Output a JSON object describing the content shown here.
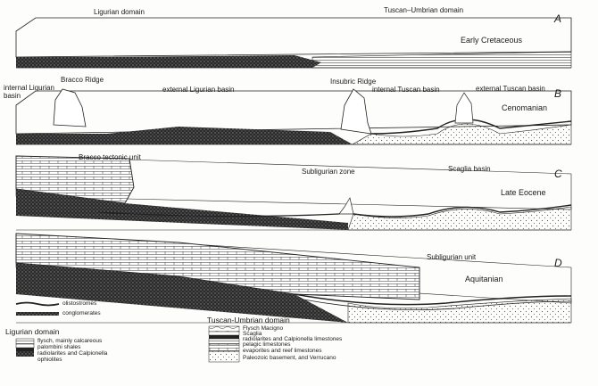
{
  "panels": {
    "A": {
      "letter": "A",
      "stage": "Early Cretaceous",
      "domains": [
        "Ligurian domain",
        "Tuscan–Umbrian domain"
      ]
    },
    "B": {
      "letter": "B",
      "stage": "Cenomanian",
      "labels": [
        "Bracco Ridge",
        "internal Ligurian",
        "basin",
        "external Ligurian basin",
        "Insubric Ridge",
        "internal Tuscan basin",
        "external Tuscan basin"
      ]
    },
    "C": {
      "letter": "C",
      "stage": "Late Eocene",
      "labels": [
        "Bracco  tectonic unit",
        "Subligurian  zone",
        "Scaglia basin"
      ]
    },
    "D": {
      "letter": "D",
      "stage": "Aquitanian",
      "labels": [
        "Subligurian  unit"
      ]
    }
  },
  "legend": {
    "misc": [
      {
        "label": "olistostromes"
      },
      {
        "label": "conglomerates"
      }
    ],
    "ligurian_title": "Ligurian domain",
    "ligurian": [
      {
        "label": "flysch, mainly calcareous"
      },
      {
        "label": "palombini  shales"
      },
      {
        "label": "radiolarites and Calpionella"
      },
      {
        "label": "ophiolites"
      }
    ],
    "tuscan_title": "Tuscan-Umbrian domain",
    "tuscan": [
      {
        "label": "Flysch  Macigno"
      },
      {
        "label": "Scaglia"
      },
      {
        "label": "radiolarites and Calpionella limestones"
      },
      {
        "label": "pelagic limestones"
      },
      {
        "label": "evaporites and reef limestones"
      },
      {
        "label": "Paleozoic basement, and Verrucano"
      }
    ]
  }
}
